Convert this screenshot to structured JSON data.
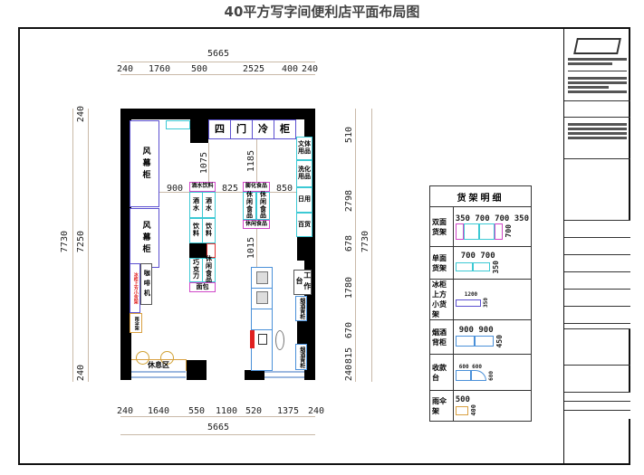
{
  "title": "40平方写字间便利店平面布局图",
  "dimensions": {
    "top_total": "5665",
    "top_segments": [
      "240",
      "1760",
      "500",
      "2525",
      "400",
      "240"
    ],
    "bottom_total": "5665",
    "bottom_segments": [
      "240",
      "1640",
      "550",
      "1100",
      "520",
      "1375",
      "240"
    ],
    "left_total": "7730",
    "left_segments": [
      "240",
      "7250",
      "240"
    ],
    "right_total": "7730",
    "right_segments": [
      "510",
      "2798",
      "678",
      "1780",
      "670",
      "815",
      "240"
    ],
    "interior": {
      "aisle_left": "900",
      "aisle_mid": "825",
      "aisle_right": "850",
      "shelf1_top": "1075",
      "shelf2_top": "1185",
      "shelf2_bottom": "1015"
    }
  },
  "plan": {
    "wind_cabinet_1": "风幕柜",
    "wind_cabinet_2": "风幕柜",
    "four_door_fridge": [
      "四",
      "门",
      "冷",
      "柜"
    ],
    "right_shelves": [
      "文体用品",
      "洗化用品",
      "日用",
      "百货"
    ],
    "shelf1_head": "酒水饮料",
    "shelf1_cells": [
      "酒水",
      "酒水",
      "饮料",
      "饮料"
    ],
    "shelf1_lower": [
      "巧克力",
      "休闲食品"
    ],
    "shelf1_end": "面包",
    "shelf2_head": "膨化食品",
    "shelf2_cells": [
      "休闲食品",
      "休闲食品"
    ],
    "shelf2_end": "休闲食品",
    "small_rack": "冰柜上方小货架",
    "coffee": "咖啡机",
    "umbrella": "雨伞架",
    "rest_area": "休息区",
    "workbench": "工作台",
    "tobacco_1": "烟酒背柜",
    "tobacco_2": "烟酒背柜"
  },
  "legend": {
    "header": "货架明细",
    "rows": [
      {
        "label": "双面货架",
        "dims": "350 700 700 350",
        "depth": "700"
      },
      {
        "label": "单面货架",
        "dims": "700 700",
        "depth": "350"
      },
      {
        "label": "冰柜上方小货架",
        "dims": "1200",
        "depth": "350"
      },
      {
        "label": "烟酒背柜",
        "dims": "900 900",
        "depth": "450"
      },
      {
        "label": "收款台",
        "dims": "600 600",
        "depth": "600"
      },
      {
        "label": "雨伞架",
        "dims": "500",
        "depth": "400"
      }
    ]
  },
  "colors": {
    "shelf_cyan": "#3cc9d4",
    "shelf_pink": "#d048c8",
    "cabinet_purple": "#5b4fd0",
    "counter_blue": "#4a90d9",
    "umbrella_orange": "#d9a040",
    "wall": "#000000"
  }
}
